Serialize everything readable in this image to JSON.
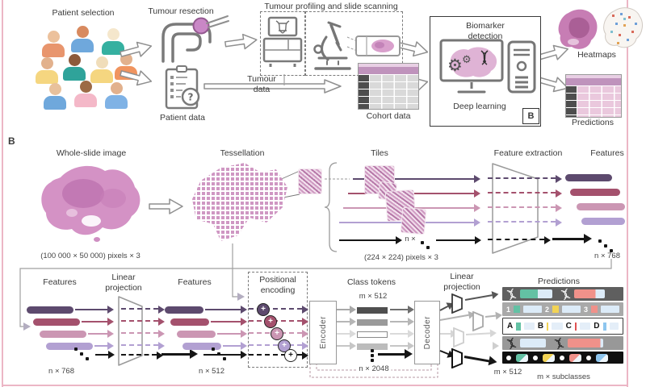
{
  "panel_a": {
    "patient_selection_label": "Patient selection",
    "tumour_resection_label": "Tumour resection",
    "patient_data_label": "Patient data",
    "patient_data_qmark": "?",
    "profiling_title": "Tumour profiling and slide scanning",
    "tumour_data_line1": "Tumour",
    "tumour_data_line2": "data",
    "cohort_data_label": "Cohort data",
    "biomarker_line1": "Biomarker",
    "biomarker_line2": "detection",
    "deep_learning_label": "Deep learning",
    "panel_b_badge": "B",
    "heatmaps_label": "Heatmaps",
    "predictions_label": "Predictions"
  },
  "panel_b": {
    "panel_label": "B",
    "row1": {
      "whole_slide_label": "Whole-slide image",
      "whole_slide_size": "(100 000 × 50 000) pixels × 3",
      "tessellation_label": "Tessellation",
      "tiles_label": "Tiles",
      "tiles_count": "n ×",
      "tiles_size": "(224 × 224) pixels × 3",
      "feature_extraction_label": "Feature extraction",
      "features_label": "Features",
      "features_dim": "n × 768"
    },
    "row2": {
      "features_in_label": "Features",
      "features_in_dim": "n × 768",
      "linear_projection_line1": "Linear",
      "linear_projection_line2": "projection",
      "features_proj_label": "Features",
      "features_proj_dim": "n × 512",
      "positional_encoding_line1": "Positional",
      "positional_encoding_line2": "encoding",
      "encoder_label": "Encoder",
      "class_tokens_label": "Class tokens",
      "class_tokens_dim": "m × 512",
      "bottleneck_dim": "n × 2048",
      "decoder_label": "Decoder",
      "linear_projection2_line1": "Linear",
      "linear_projection2_line2": "projection",
      "decoder_out_dim": "m × 512",
      "predictions_label": "Predictions",
      "subclasses_dim": "m × subclasses",
      "pred_row2_indices": [
        "1",
        "2",
        "3"
      ],
      "pred_row3_letters": [
        "A",
        "B",
        "C",
        "D"
      ]
    }
  },
  "colors": {
    "figure_border": "#ecb6c5",
    "feature_dark_purple": "#5d4a6e",
    "feature_maroon": "#a4516d",
    "feature_pink": "#cb96b3",
    "feature_lavender": "#b2a0d2",
    "tissue_pink": "#d492c5",
    "status_teal": "#63c1a4",
    "status_yellow": "#f2d355",
    "status_salmon": "#f0918a",
    "status_blue": "#8ec6ef"
  }
}
